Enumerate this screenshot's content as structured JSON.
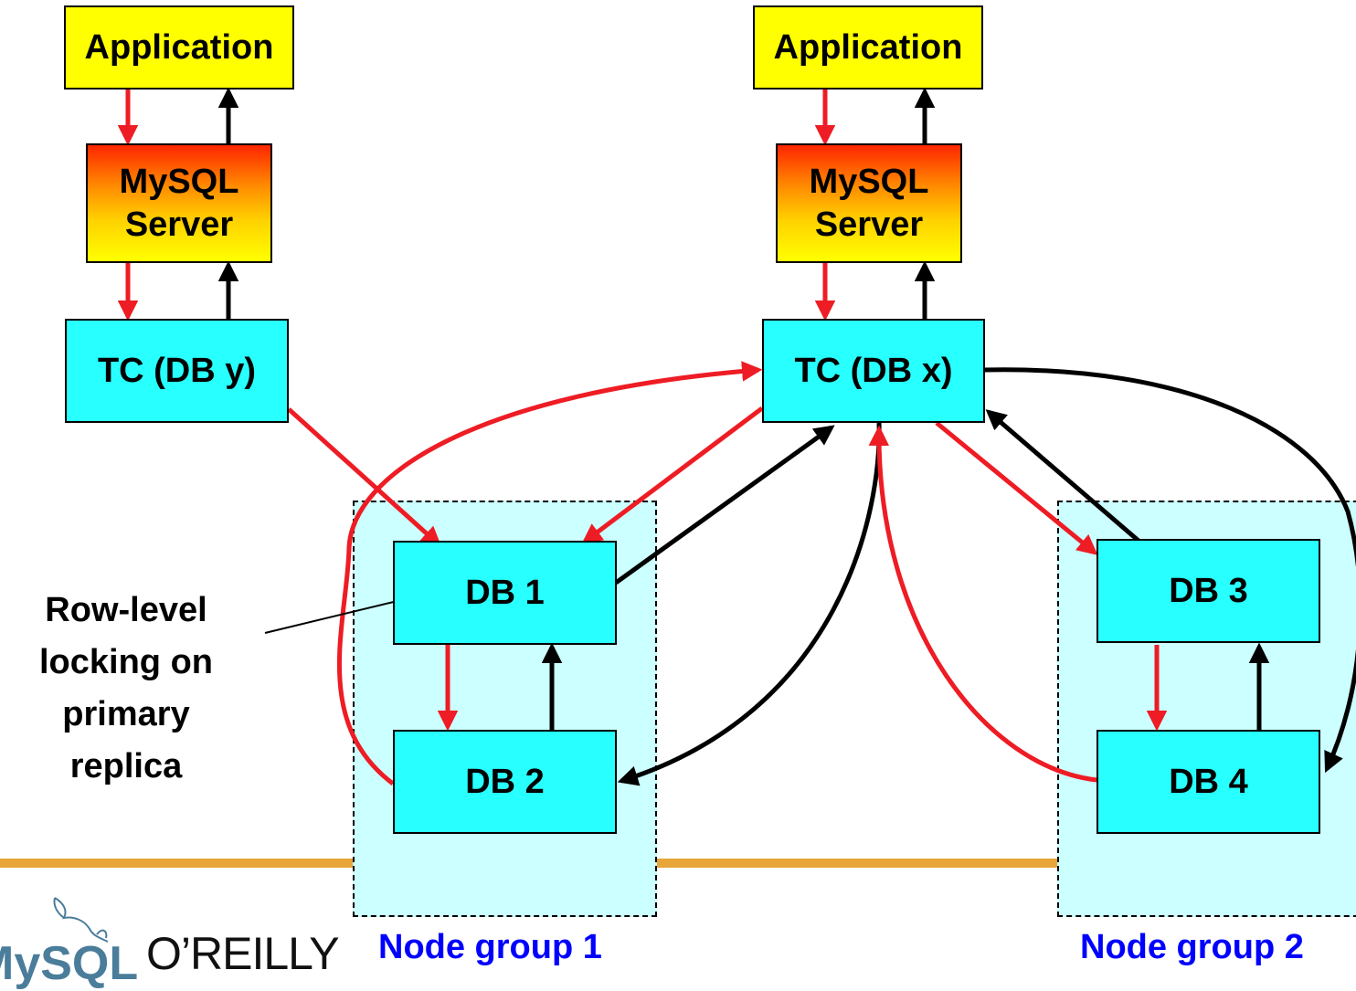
{
  "diagram": {
    "app_left": "Application",
    "app_right": "Application",
    "mysql_left": "MySQL Server",
    "mysql_right": "MySQL Server",
    "tc_left": "TC (DB y)",
    "tc_right": "TC (DB x)",
    "db1": "DB 1",
    "db2": "DB 2",
    "db3": "DB 3",
    "db4": "DB 4",
    "node_group_1": "Node group 1",
    "node_group_2": "Node group 2",
    "note": "Row-level locking on primary replica"
  },
  "logos": {
    "mysql": "MySQL",
    "oreilly": "O’REILLY"
  },
  "colors": {
    "request_arrow": "#ee1c24",
    "response_arrow": "#000000",
    "app_box": "#ffff00",
    "cyan_box": "#28ffff",
    "node_group_fill": "#ccffff",
    "footer_bar": "#e8a53a",
    "node_group_label": "#0000ff"
  }
}
